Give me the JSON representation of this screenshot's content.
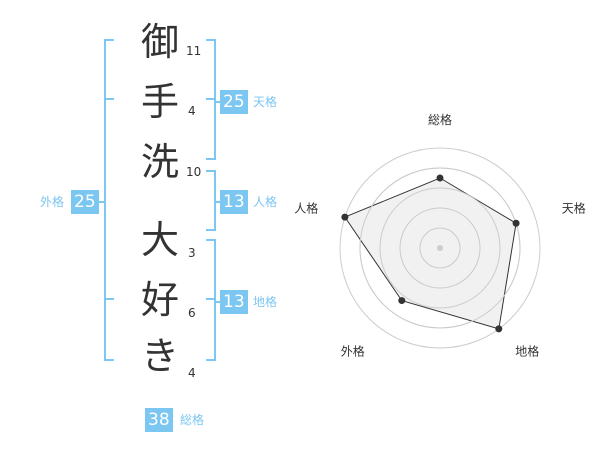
{
  "name_chars": [
    {
      "char": "御",
      "strokes": "11"
    },
    {
      "char": "手",
      "strokes": "4"
    },
    {
      "char": "洗",
      "strokes": "10"
    },
    {
      "char": "大",
      "strokes": "3"
    },
    {
      "char": "好",
      "strokes": "6"
    },
    {
      "char": "き",
      "strokes": "4"
    }
  ],
  "scores": {
    "tenkaku": {
      "value": "25",
      "label": "天格"
    },
    "jinkaku": {
      "value": "13",
      "label": "人格"
    },
    "chikaku": {
      "value": "13",
      "label": "地格"
    },
    "gaikaku": {
      "value": "25",
      "label": "外格"
    },
    "soukaku": {
      "value": "38",
      "label": "総格"
    }
  },
  "chart_data": {
    "type": "radar",
    "axes": [
      "総格",
      "天格",
      "地格",
      "外格",
      "人格"
    ],
    "values": [
      0.7,
      0.8,
      1.0,
      0.65,
      1.0
    ],
    "range": [
      0,
      1
    ],
    "rings": 5,
    "colors": {
      "fill": "#efefef",
      "stroke": "#333333",
      "grid": "#cccccc"
    }
  },
  "colors": {
    "accent": "#7cc6f2",
    "text": "#333333"
  }
}
